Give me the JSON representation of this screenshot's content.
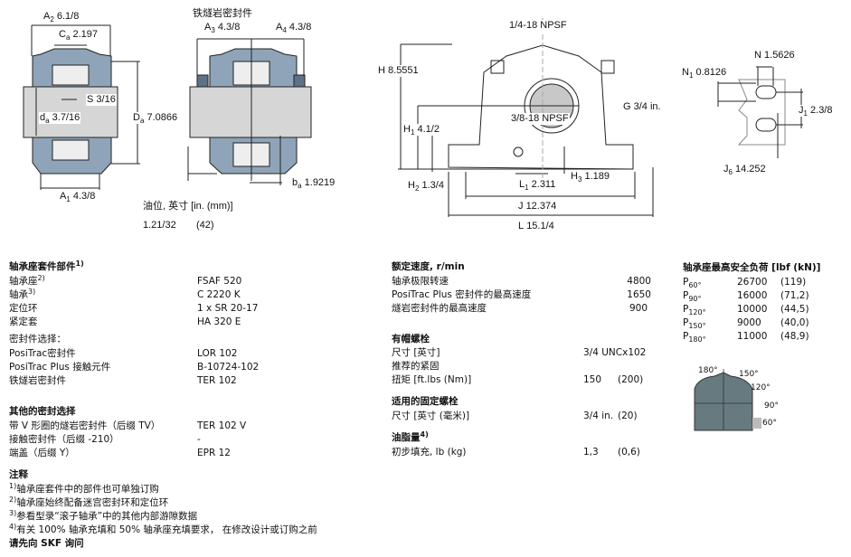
{
  "drawings": {
    "dims_left": [
      {
        "sym": "A",
        "sub": "2",
        "val": "6.1/8"
      },
      {
        "sym": "C",
        "sub": "a",
        "val": "2.197"
      },
      {
        "sym": "S",
        "sub": "",
        "val": "3/16"
      },
      {
        "sym": "d",
        "sub": "a",
        "val": "3.7/16"
      },
      {
        "sym": "D",
        "sub": "a",
        "val": "7.0866"
      },
      {
        "sym": "A",
        "sub": "1",
        "val": "4.3/8"
      },
      {
        "sym": "A",
        "sub": "3",
        "val": "4.3/8"
      },
      {
        "sym": "A",
        "sub": "4",
        "val": "4.3/8"
      },
      {
        "sym": "b",
        "sub": "a",
        "val": "1.9219"
      }
    ],
    "taconite_title": "铁燧岩密封件",
    "oil_level_label": "油位, 英寸 [in. (mm)]",
    "oil_level_in": "1.21/32",
    "oil_level_mm": "(42)",
    "dims_right": [
      {
        "sym": "",
        "sub": "",
        "val": "1/4-18 NPSF"
      },
      {
        "sym": "H",
        "sub": "",
        "val": "8.5551"
      },
      {
        "sym": "G",
        "sub": "",
        "val": "3/4 in."
      },
      {
        "sym": "H",
        "sub": "1",
        "val": "4.1/2"
      },
      {
        "sym": "",
        "sub": "",
        "val": "3/8-18 NPSF"
      },
      {
        "sym": "H",
        "sub": "3",
        "val": "1.189"
      },
      {
        "sym": "H",
        "sub": "2",
        "val": "1.3/4"
      },
      {
        "sym": "L",
        "sub": "1",
        "val": "2.311"
      },
      {
        "sym": "J",
        "sub": "",
        "val": "12.374"
      },
      {
        "sym": "L",
        "sub": "",
        "val": "15.1/4"
      },
      {
        "sym": "N",
        "sub": "",
        "val": "1.5626"
      },
      {
        "sym": "N",
        "sub": "1",
        "val": "0.8126"
      },
      {
        "sym": "J",
        "sub": "1",
        "val": "2.3/8"
      },
      {
        "sym": "J",
        "sub": "6",
        "val": "14.252"
      }
    ]
  },
  "kit": {
    "title": "轴承座套件部件",
    "title_note": "1)",
    "rows": [
      {
        "label": "轴承座",
        "note": "2)",
        "value": "FSAF 520"
      },
      {
        "label": "轴承",
        "note": "3)",
        "value": "C 2220 K"
      },
      {
        "label": "定位环",
        "note": "",
        "value": "1 x SR 20-17"
      },
      {
        "label": "紧定套",
        "note": "",
        "value": "HA 320 E"
      }
    ],
    "seal_title": "密封件选择：",
    "seal_rows": [
      {
        "label": "PosiTrac密封件",
        "value": "LOR 102"
      },
      {
        "label": "PosiTrac Plus 接触元件",
        "value": "B-10724-102"
      },
      {
        "label": "铁燧岩密封件",
        "value": "TER 102"
      }
    ],
    "other_title": "其他的密封选择",
    "other_rows": [
      {
        "label": "带 V 形圈的燧岩密封件（后缀 TV）",
        "value": "TER 102 V"
      },
      {
        "label": "接触密封件（后缀 -210）",
        "value": "-"
      },
      {
        "label": "端盖（后缀 Y）",
        "value": "EPR 12"
      }
    ]
  },
  "notes": {
    "title": "注释",
    "items": [
      {
        "n": "1)",
        "text": "轴承座套件中的部件也可单独订购"
      },
      {
        "n": "2)",
        "text": "轴承座始终配备迷宫密封环和定位环"
      },
      {
        "n": "3)",
        "text": "参看型录“滚子轴承”中的其他内部游隙数据"
      },
      {
        "n": "4)",
        "text": "有关 100% 轴承充填和 50% 轴承座充填要求， 在修改设计或订购之前"
      }
    ],
    "footer": "请先向 SKF 询问"
  },
  "speed": {
    "title": "额定速度, r/min",
    "rows": [
      {
        "label": "轴承极限转速",
        "value": "4800"
      },
      {
        "label": "PosiTrac Plus 密封件的最高速度",
        "value": "1650"
      },
      {
        "label": "燧岩密封件的最高速度",
        "value": "900"
      }
    ]
  },
  "cap_bolts": {
    "title": "有帽螺栓",
    "size_label": "尺寸 [英寸]",
    "size_value": "3/4 UNCx102",
    "torque_label1": "推荐的紧固",
    "torque_label2": "扭矩 [ft.lbs (Nm)]",
    "torque_ftlbs": "150",
    "torque_nm": "(200)"
  },
  "fix_bolts": {
    "title": "适用的固定螺栓",
    "size_label": "尺寸 [英寸 (毫米)]",
    "size_in": "3/4 in.",
    "size_mm": "(20)"
  },
  "grease": {
    "title": "油脂量",
    "note": "4)",
    "label": "初步填充, lb (kg)",
    "lb": "1,3",
    "kg": "(0,6)"
  },
  "loads": {
    "title": "轴承座最高安全负荷 [lbf (kN)]",
    "rows": [
      {
        "sym": "P",
        "sub": "60°",
        "lbf": "26700",
        "kn": "(119)"
      },
      {
        "sym": "P",
        "sub": "90°",
        "lbf": "16000",
        "kn": "(71,2)"
      },
      {
        "sym": "P",
        "sub": "120°",
        "lbf": "10000",
        "kn": "(44,5)"
      },
      {
        "sym": "P",
        "sub": "150°",
        "lbf": "9000",
        "kn": "(40,0)"
      },
      {
        "sym": "P",
        "sub": "180°",
        "lbf": "11000",
        "kn": "(48,9)"
      }
    ],
    "angles": [
      "180°",
      "150°",
      "120°",
      "90°",
      "60°"
    ]
  },
  "colors": {
    "housing": "#8fa4b8",
    "housing_dark": "#5d7187",
    "shaft": "#d6d6d6",
    "load_fig": "#667a80"
  }
}
